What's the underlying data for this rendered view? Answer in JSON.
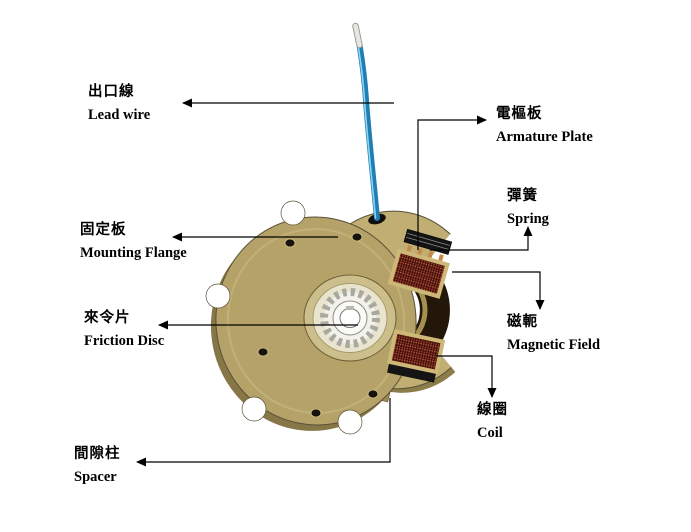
{
  "colors": {
    "background": "#ffffff",
    "flange_body": "#b5a269",
    "housing_body": "#c0ae72",
    "coil_section": "#6e1f14",
    "lead_wire": "#1f7eb2",
    "callout_line": "#000000"
  },
  "labels": {
    "lead_wire": {
      "zh": "出口線",
      "en": "Lead wire"
    },
    "armature_plate": {
      "zh": "電樞板",
      "en": "Armature Plate"
    },
    "spring": {
      "zh": "彈簧",
      "en": "Spring"
    },
    "mounting_flange": {
      "zh": "固定板",
      "en": "Mounting Flange"
    },
    "friction_disc": {
      "zh": "來令片",
      "en": "Friction Disc"
    },
    "magnetic_field": {
      "zh": "磁軛",
      "en": "Magnetic Field"
    },
    "coil": {
      "zh": "線圈",
      "en": "Coil"
    },
    "spacer": {
      "zh": "間隙柱",
      "en": "Spacer"
    }
  }
}
